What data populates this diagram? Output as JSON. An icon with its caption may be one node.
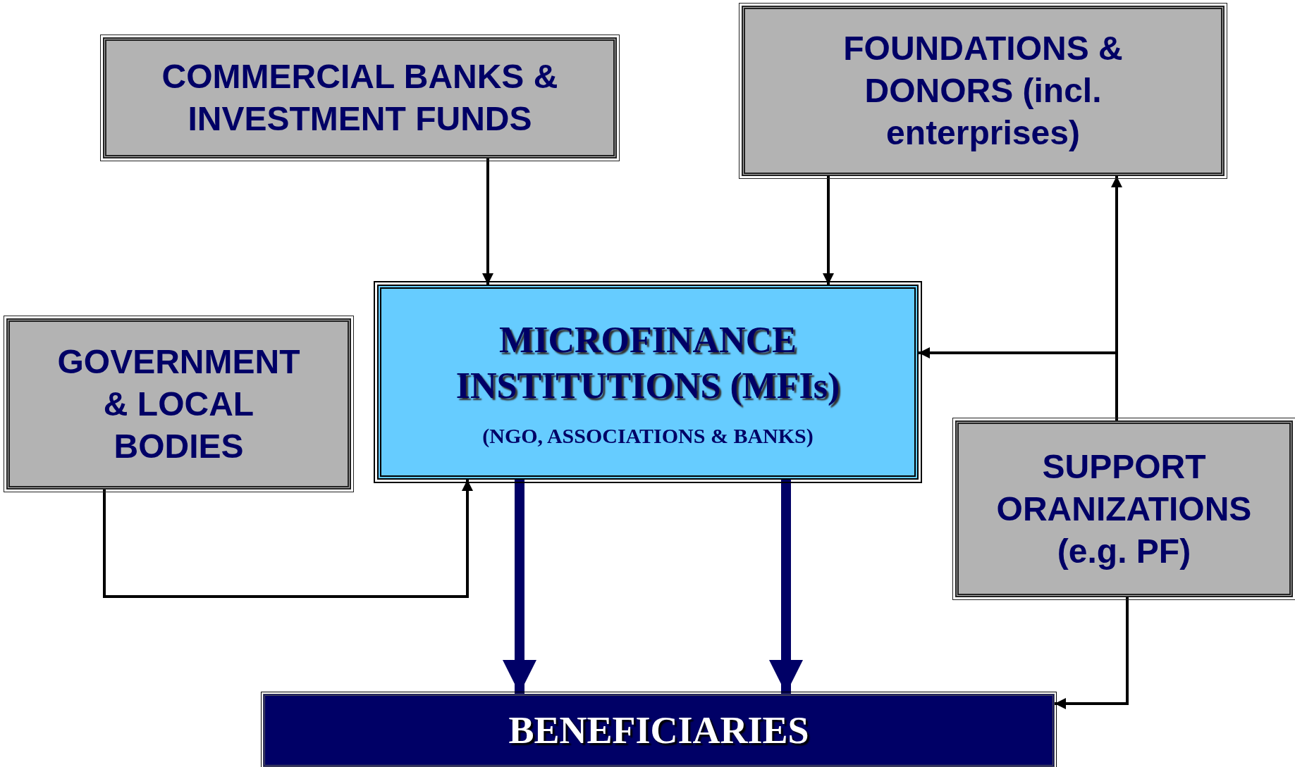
{
  "diagram": {
    "nodes": [
      {
        "text": [
          "COMMERCIAL BANKS & INVESTMENT FUNDS"
        ]
      },
      {
        "text": [
          "FOUNDATIONS & DONORS (incl. enterprises)"
        ]
      },
      {
        "text": [
          "GOVERNMENT & LOCAL BODIES"
        ]
      },
      {
        "text": [
          "MICROFINANCE INSTITUTIONS (MFIs)",
          "(NGO, ASSOCIATIONS & BANKS)"
        ]
      },
      {
        "text": [
          "SUPPORT ORANIZATIONS (e.g. PF)"
        ]
      },
      {
        "text": [
          "BENEFICIARIES"
        ]
      }
    ],
    "edges": [
      {
        "from": 0,
        "to": 3,
        "arrow": "to"
      },
      {
        "from": 1,
        "to": 3,
        "arrow": "to"
      },
      {
        "from": 2,
        "to": 3,
        "arrow": "to"
      },
      {
        "from": 4,
        "to": 1,
        "arrow": "to"
      },
      {
        "from": 4,
        "to": 3,
        "arrow": "to"
      },
      {
        "from": 3,
        "to": 5,
        "arrow": "to",
        "style": "thick",
        "color": "#000066"
      },
      {
        "from": 3,
        "to": 5,
        "arrow": "to",
        "style": "thick",
        "color": "#000066"
      },
      {
        "from": 4,
        "to": 5,
        "arrow": "to"
      }
    ]
  }
}
